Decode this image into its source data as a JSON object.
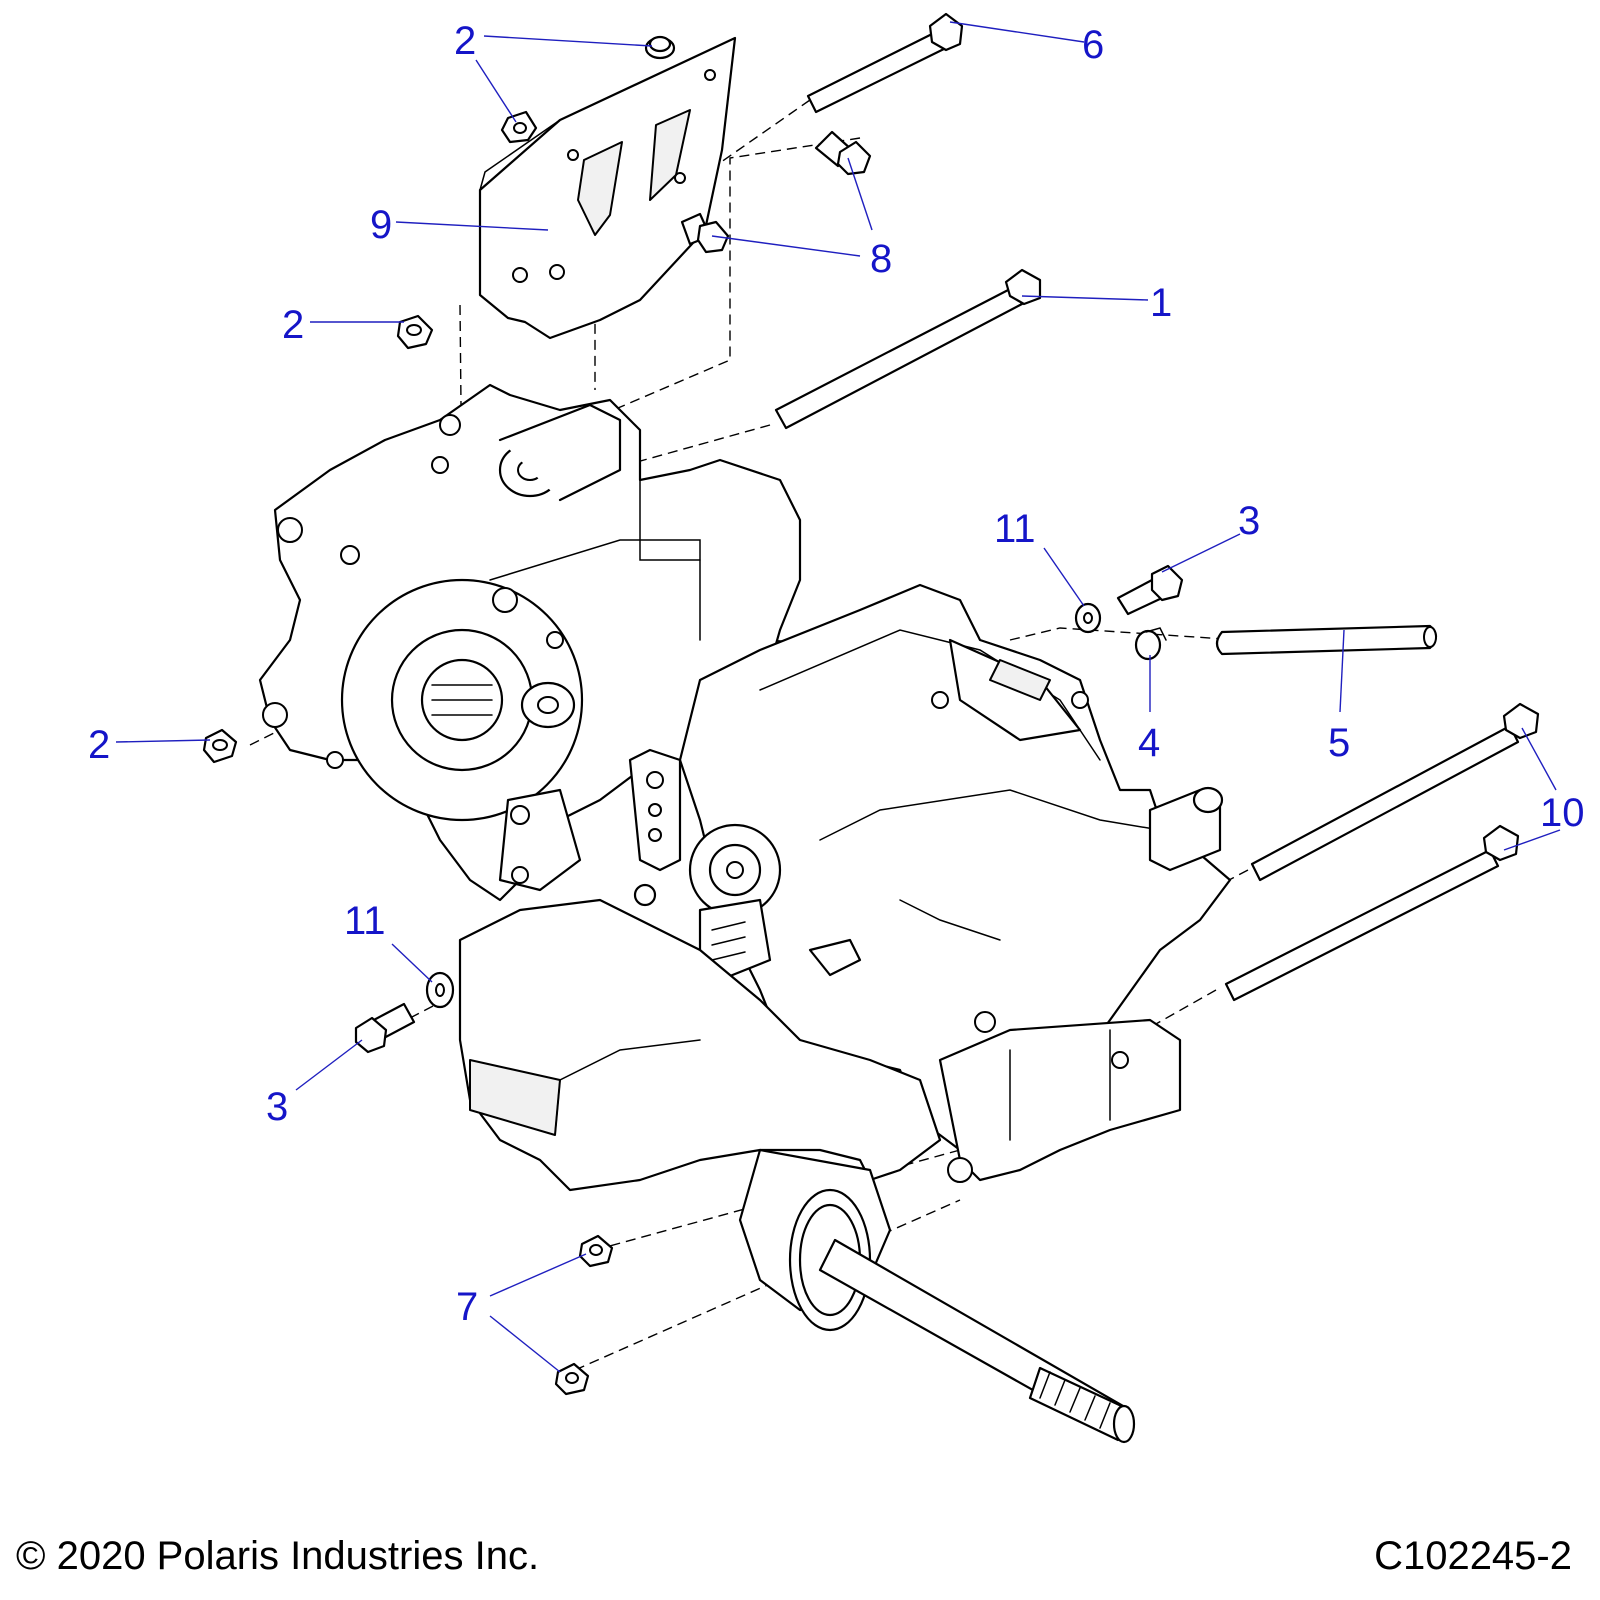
{
  "callouts": [
    {
      "id": "c2a",
      "label": "2"
    },
    {
      "id": "c6",
      "label": "6"
    },
    {
      "id": "c9",
      "label": "9"
    },
    {
      "id": "c8",
      "label": "8"
    },
    {
      "id": "c1",
      "label": "1"
    },
    {
      "id": "c2b",
      "label": "2"
    },
    {
      "id": "c11a",
      "label": "11"
    },
    {
      "id": "c3a",
      "label": "3"
    },
    {
      "id": "c2c",
      "label": "2"
    },
    {
      "id": "c4",
      "label": "4"
    },
    {
      "id": "c5",
      "label": "5"
    },
    {
      "id": "c10",
      "label": "10"
    },
    {
      "id": "c11b",
      "label": "11"
    },
    {
      "id": "c3b",
      "label": "3"
    },
    {
      "id": "c7",
      "label": "7"
    }
  ],
  "footer": {
    "copyright": "© 2020 Polaris Industries Inc.",
    "drawing_id": "C102245-2"
  },
  "colors": {
    "callout": "#1515c8",
    "leader": "#1f1fbf",
    "linework": "#000000",
    "background": "#ffffff"
  }
}
